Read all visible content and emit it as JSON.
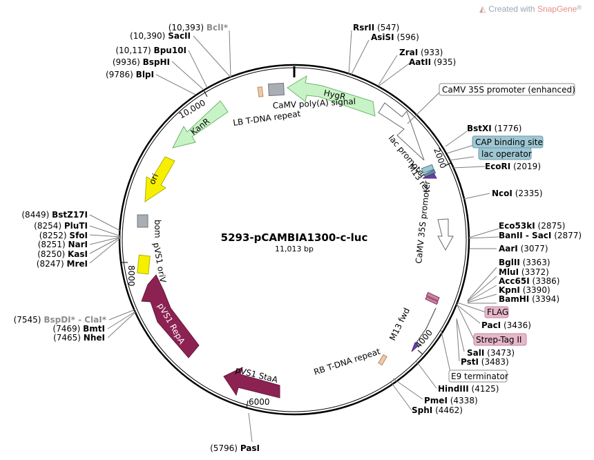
{
  "watermark": {
    "prefix": "Created with ",
    "brand": "SnapGene",
    "reg": "®"
  },
  "plasmid": {
    "name": "5293-pCAMBIA1300-c-luc",
    "length": "11,013 bp"
  },
  "ticks": [
    "10,000",
    "2000",
    "4000",
    "6000",
    "8000"
  ],
  "sites_left": [
    {
      "pos": "(10,393)",
      "name": "BclI*",
      "gray": true
    },
    {
      "pos": "(10,390)",
      "name": "SacII",
      "gray": false
    },
    {
      "pos": "(10,117)",
      "name": "Bpu10I",
      "gray": false
    },
    {
      "pos": "(9936)",
      "name": "BspHI",
      "gray": false
    },
    {
      "pos": "(9786)",
      "name": "BlpI",
      "gray": false
    },
    {
      "pos": "(8449)",
      "name": "BstZ17I",
      "gray": false
    },
    {
      "pos": "(8254)",
      "name": "PluTI",
      "gray": false
    },
    {
      "pos": "(8252)",
      "name": "SfoI",
      "gray": false
    },
    {
      "pos": "(8251)",
      "name": "NarI",
      "gray": false
    },
    {
      "pos": "(8250)",
      "name": "KasI",
      "gray": false
    },
    {
      "pos": "(8247)",
      "name": "MreI",
      "gray": false
    },
    {
      "pos": "(7545)",
      "name": "BspDI* - ClaI*",
      "gray": true
    },
    {
      "pos": "(7469)",
      "name": "BmtI",
      "gray": false
    },
    {
      "pos": "(7465)",
      "name": "NheI",
      "gray": false
    },
    {
      "pos": "(5796)",
      "name": "PasI",
      "gray": false
    }
  ],
  "sites_right": [
    {
      "name": "RsrII",
      "pos": "(547)"
    },
    {
      "name": "AsiSI",
      "pos": "(596)"
    },
    {
      "name": "ZraI",
      "pos": "(933)"
    },
    {
      "name": "AatII",
      "pos": "(935)"
    },
    {
      "name": "BstXI",
      "pos": "(1776)"
    },
    {
      "name": "EcoRI",
      "pos": "(2019)"
    },
    {
      "name": "NcoI",
      "pos": "(2335)"
    },
    {
      "name": "Eco53kI",
      "pos": "(2875)"
    },
    {
      "name": "BanII - SacI",
      "pos": "(2877)"
    },
    {
      "name": "AarI",
      "pos": "(3077)"
    },
    {
      "name": "BglII",
      "pos": "(3363)"
    },
    {
      "name": "MluI",
      "pos": "(3372)"
    },
    {
      "name": "Acc65I",
      "pos": "(3386)"
    },
    {
      "name": "KpnI",
      "pos": "(3390)"
    },
    {
      "name": "BamHI",
      "pos": "(3394)"
    },
    {
      "name": "PacI",
      "pos": "(3436)"
    },
    {
      "name": "SalI",
      "pos": "(3473)"
    },
    {
      "name": "PstI",
      "pos": "(3483)"
    },
    {
      "name": "HindIII",
      "pos": "(4125)"
    },
    {
      "name": "PmeI",
      "pos": "(4338)"
    },
    {
      "name": "SphI",
      "pos": "(4462)"
    }
  ],
  "boxed_features": [
    "CaMV 35S promoter (enhanced)",
    "CAP binding site",
    "lac operator",
    "FLAG",
    "Strep-Tag II",
    "E9 terminator"
  ],
  "features": {
    "hygr": "HygR",
    "camv_polya": "CaMV poly(A) signal",
    "lb": "LB T-DNA repeat",
    "kanr": "KanR",
    "ori": "ori",
    "bom": "bom",
    "pvs1_oriv": "pVS1 oriV",
    "pvs1_repa": "pVS1 RepA",
    "pvs1_staa": "pVS1 StaA",
    "lac_promoter": "lac promoter",
    "m13_rev": "M13 rev",
    "camv35s": "CaMV 35S promoter",
    "m13_fwd": "M13 fwd",
    "rb": "RB T-DNA repeat"
  },
  "colors": {
    "backbone": "#000000",
    "green_feature": "#c8f3c6",
    "green_stroke": "#6bb56a",
    "yellow_ori": "#f6f000",
    "maroon": "#8b2252",
    "box_teal": "#9fc7d3",
    "box_pink": "#e8b7c9",
    "box_white": "#ffffff",
    "gray_feature": "#a8aeb3"
  }
}
